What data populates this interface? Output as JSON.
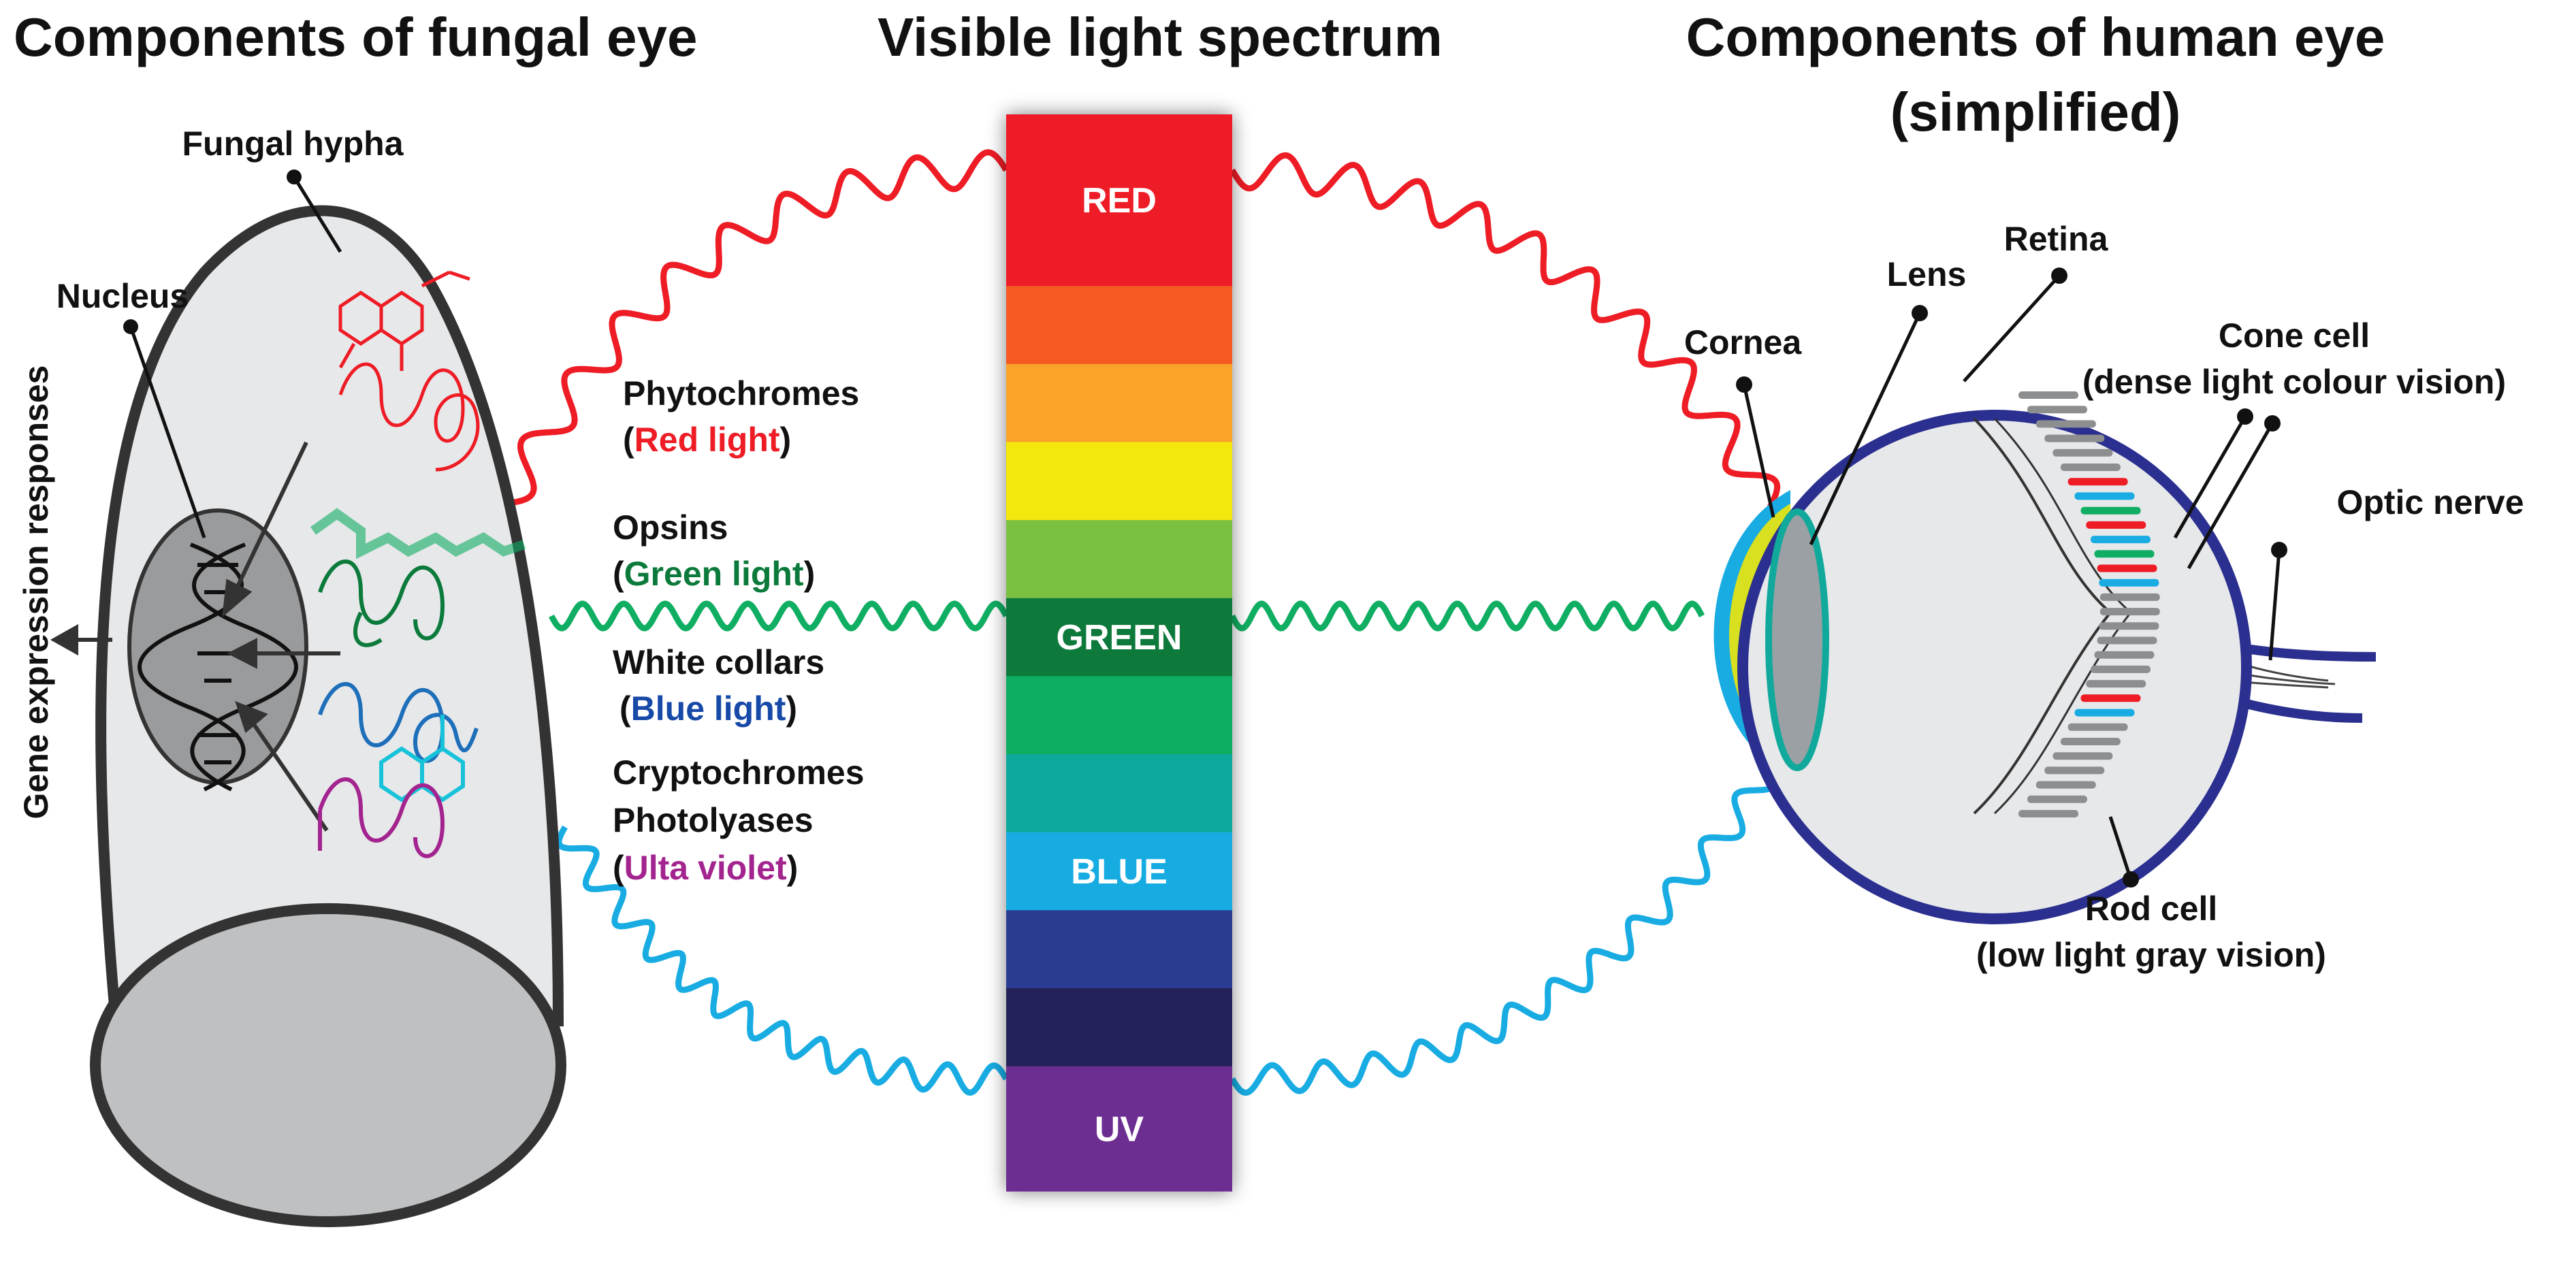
{
  "titles": {
    "fungal": "Components of fungal eye",
    "spectrum": "Visible light spectrum",
    "human_line1": "Components of human eye",
    "human_line2": "(simplified)"
  },
  "fungal": {
    "hypha": "Fungal hypha",
    "nucleus": "Nucleus",
    "side_label": "Gene expression responses",
    "photoreceptors": [
      {
        "name": "Phytochromes",
        "open": "(",
        "light": "Red light",
        "close": ")",
        "color": "#ee1c25"
      },
      {
        "name": "Opsins",
        "open": "(",
        "light": "Green light",
        "close": ")",
        "color": "#0b7a3b"
      },
      {
        "name": "White collars",
        "open": "(",
        "light": "Blue light",
        "close": ")",
        "color": "#1749a8"
      },
      {
        "name": "Cryptochromes",
        "name2": "Photolyases",
        "open": "(",
        "light": "Ulta violet",
        "close": ")",
        "color": "#a3248f"
      }
    ]
  },
  "spectrum": {
    "bands": [
      {
        "color": "#ee1c25",
        "label": "RED"
      },
      {
        "color": "#f45a23",
        "label": ""
      },
      {
        "color": "#f9a32a",
        "label": ""
      },
      {
        "color": "#f4e70b",
        "label": ""
      },
      {
        "color": "#7ac142",
        "label": ""
      },
      {
        "color": "#0b7a3b",
        "label": "GREEN"
      },
      {
        "color": "#0fae62",
        "label": ""
      },
      {
        "color": "#11a99c",
        "label": ""
      },
      {
        "color": "#18ace2",
        "label": "BLUE"
      },
      {
        "color": "#2b3a92",
        "label": ""
      },
      {
        "color": "#232159",
        "label": ""
      },
      {
        "color": "#6c2e91",
        "label": "UV"
      }
    ]
  },
  "human": {
    "cornea": "Cornea",
    "lens": "Lens",
    "retina": "Retina",
    "cone_line1": "Cone cell",
    "cone_line2": "(dense light colour vision)",
    "optic_nerve": "Optic nerve",
    "rod_line1": "Rod cell",
    "rod_line2": "(low light gray vision)"
  },
  "colors": {
    "red_wave": "#ee1c25",
    "green_wave": "#0fae62",
    "blue_wave": "#18ace2",
    "hypha_fill": "#e7e8ea",
    "nucleus_fill": "#9a9b9d",
    "eye_outline": "#2b2f8f",
    "cornea": "#18ace2",
    "lens": "#9aa0a3",
    "eye_yellow": "#d8e01f"
  }
}
